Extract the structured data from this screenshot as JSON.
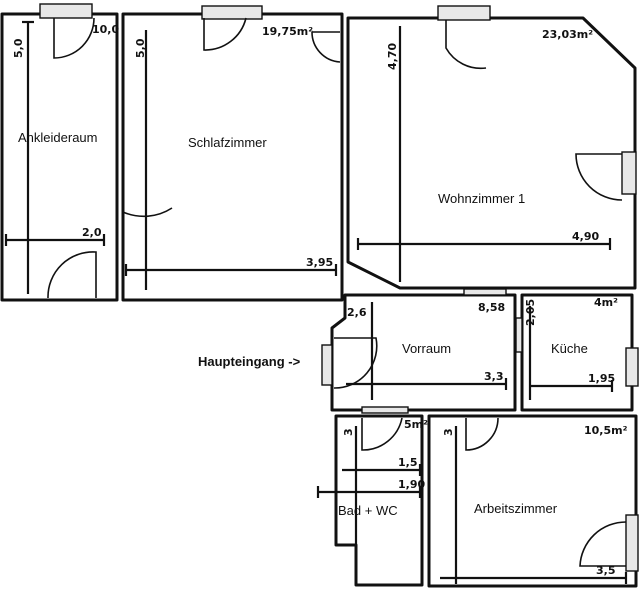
{
  "rooms": {
    "ankleideraum": {
      "name": "Ankleideraum",
      "area": "10,0",
      "height_dim": "5,0",
      "width_dim": "2,0"
    },
    "schlafzimmer": {
      "name": "Schlafzimmer",
      "area": "19,75m²",
      "height_dim": "5,0",
      "width_dim": "3,95"
    },
    "wohnzimmer": {
      "name": "Wohnzimmer 1",
      "area": "23,03m²",
      "height_dim": "4,70",
      "width_dim": "4,90"
    },
    "vorraum": {
      "name": "Vorraum",
      "area": "8,58",
      "height_dim": "2,6",
      "width_dim": "3,3"
    },
    "kueche": {
      "name": "Küche",
      "area": "4m²",
      "height_dim": "2,05",
      "width_dim": "1,95"
    },
    "bad": {
      "name": "Bad + WC",
      "area": "5m²",
      "height_dim": "3",
      "width_dim_1": "1,5",
      "width_dim_2": "1,90"
    },
    "arbeitszimmer": {
      "name": "Arbeitszimmer",
      "area": "10,5m²",
      "height_dim": "3",
      "width_dim": "3,5"
    }
  },
  "entrance": {
    "label": "Haupteingang ->"
  }
}
